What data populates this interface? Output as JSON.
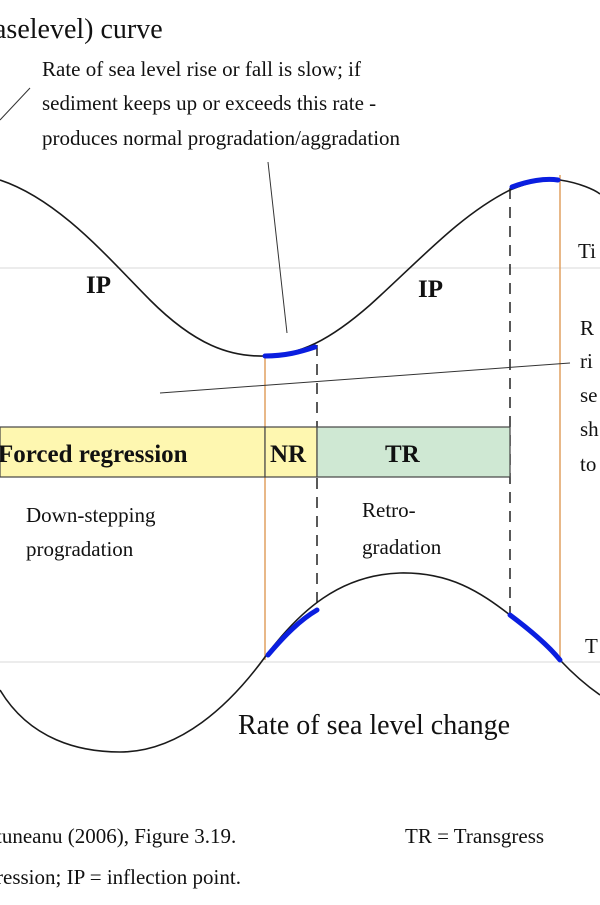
{
  "title_fragment": "aselevel) curve",
  "callout_slow": {
    "line1": "Rate of sea level rise or fall is slow; if",
    "line2": "sediment keeps up or exceeds this rate -",
    "line3": "produces normal progradation/aggradation"
  },
  "labels": {
    "ip_left": "IP",
    "ip_right": "IP",
    "ti_fragment": "Ti",
    "t_fragment": "T",
    "rate_title": "Rate of sea level change"
  },
  "right_cutoff": [
    "R",
    "ri",
    "se",
    "sh",
    "to"
  ],
  "bands": {
    "forced_regression": "Forced regression",
    "nr": "NR",
    "tr": "TR"
  },
  "descriptions": {
    "downstep_line1": "Down-stepping",
    "downstep_line2": "progradation",
    "retro_line1": "Retro-",
    "retro_line2": "gradation"
  },
  "footer": {
    "line1_left": "tuneanu (2006), Figure 3.19.",
    "line1_right": "TR = Transgress",
    "line2": "ression; IP = inflection point."
  },
  "colors": {
    "forced_regression_fill": "#fef7b0",
    "tr_fill": "#cfe8d3",
    "highlight": "#0a1ee0",
    "guide_orange": "#e0a060",
    "curve": "#1a1a1a"
  }
}
